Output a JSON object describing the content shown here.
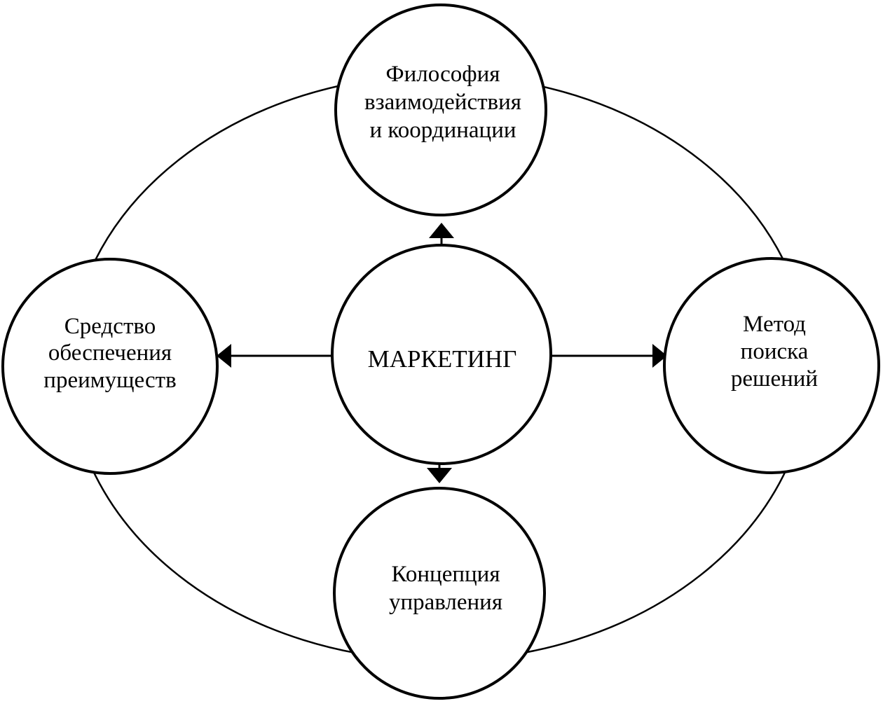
{
  "diagram": {
    "center": {
      "label": "МАРКЕТИНГ"
    },
    "top": {
      "lines": [
        "Философия",
        "взаимодействия",
        "и координации"
      ]
    },
    "left": {
      "lines": [
        "Средство",
        "обеспечения",
        "преимуществ"
      ]
    },
    "right": {
      "lines": [
        "Метод",
        "поиска",
        "решений"
      ]
    },
    "bottom": {
      "lines": [
        "Концепция",
        "управления"
      ]
    },
    "colors": {
      "stroke": "#000000",
      "fill": "#ffffff"
    }
  }
}
